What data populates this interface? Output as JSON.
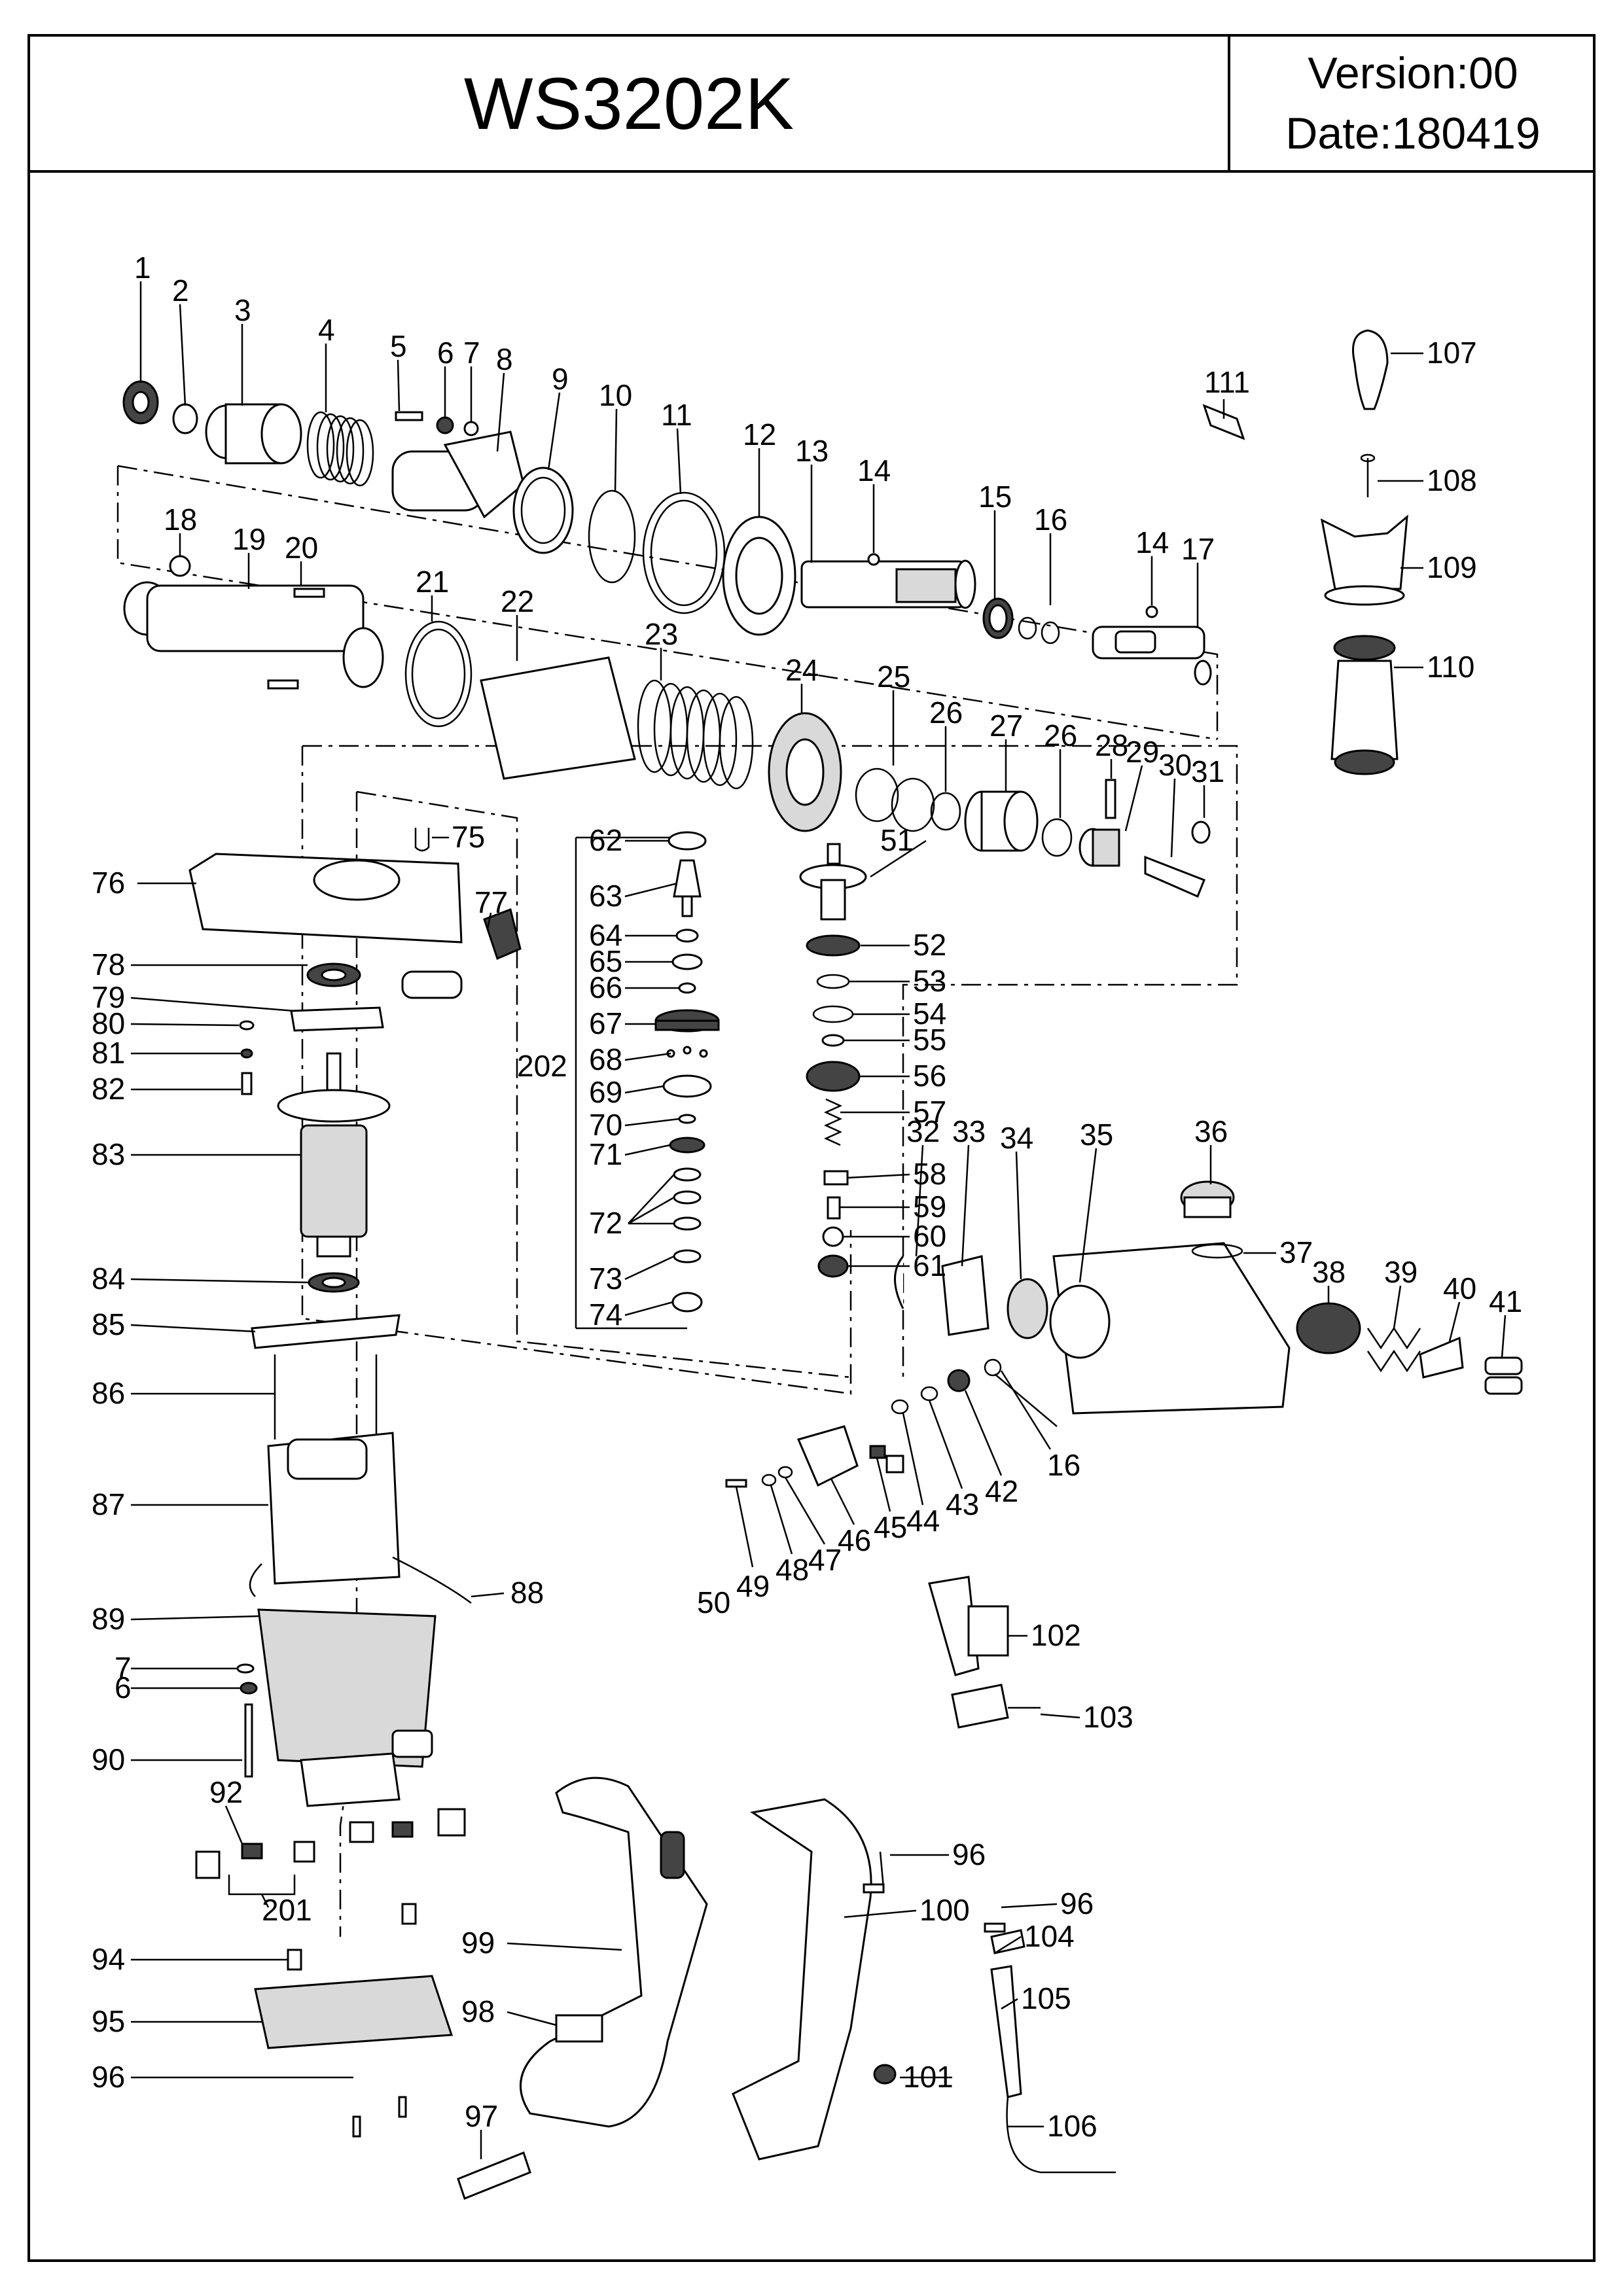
{
  "header": {
    "model": "WS3202K",
    "version": "Version:00",
    "date": "Date:180419"
  },
  "callouts": {
    "c1": "1",
    "c2": "2",
    "c3": "3",
    "c4": "4",
    "c5": "5",
    "c6": "6",
    "c7": "7",
    "c8": "8",
    "c9": "9",
    "c10": "10",
    "c11": "11",
    "c12": "12",
    "c13": "13",
    "c14": "14",
    "c15": "15",
    "c16": "16",
    "c14b": "14",
    "c17": "17",
    "c18": "18",
    "c19": "19",
    "c20": "20",
    "c21": "21",
    "c22": "22",
    "c23": "23",
    "c24": "24",
    "c25": "25",
    "c26": "26",
    "c27": "27",
    "c26b": "26",
    "c28": "28",
    "c29": "29",
    "c30": "30",
    "c31": "31",
    "c32": "32",
    "c33": "33",
    "c34": "34",
    "c35": "35",
    "c36": "36",
    "c37": "37",
    "c38": "38",
    "c39": "39",
    "c40": "40",
    "c41": "41",
    "c42": "42",
    "c43": "43",
    "c44": "44",
    "c45": "45",
    "c46": "46",
    "c47": "47",
    "c48": "48",
    "c49": "49",
    "c50": "50",
    "c16b": "16",
    "c51": "51",
    "c52": "52",
    "c53": "53",
    "c54": "54",
    "c55": "55",
    "c56": "56",
    "c57": "57",
    "c58": "58",
    "c59": "59",
    "c60": "60",
    "c61": "61",
    "c62": "62",
    "c63": "63",
    "c64": "64",
    "c65": "65",
    "c66": "66",
    "c67": "67",
    "c68": "68",
    "c69": "69",
    "c70": "70",
    "c71": "71",
    "c72": "72",
    "c73": "73",
    "c74": "74",
    "c202": "202",
    "c75": "75",
    "c76": "76",
    "c77": "77",
    "c78": "78",
    "c79": "79",
    "c80": "80",
    "c81": "81",
    "c82": "82",
    "c83": "83",
    "c84": "84",
    "c85": "85",
    "c86": "86",
    "c87": "87",
    "c88": "88",
    "c89": "89",
    "c7b": "7",
    "c6b": "6",
    "c90": "90",
    "c92": "92",
    "c201": "201",
    "c94": "94",
    "c95": "95",
    "c96": "96",
    "c97": "97",
    "c98": "98",
    "c99": "99",
    "c100": "100",
    "c96b": "96",
    "c96c": "96",
    "c101": "101",
    "c102": "102",
    "c103": "103",
    "c104": "104",
    "c105": "105",
    "c106": "106",
    "c107": "107",
    "c108": "108",
    "c109": "109",
    "c110": "110",
    "c111": "111"
  }
}
